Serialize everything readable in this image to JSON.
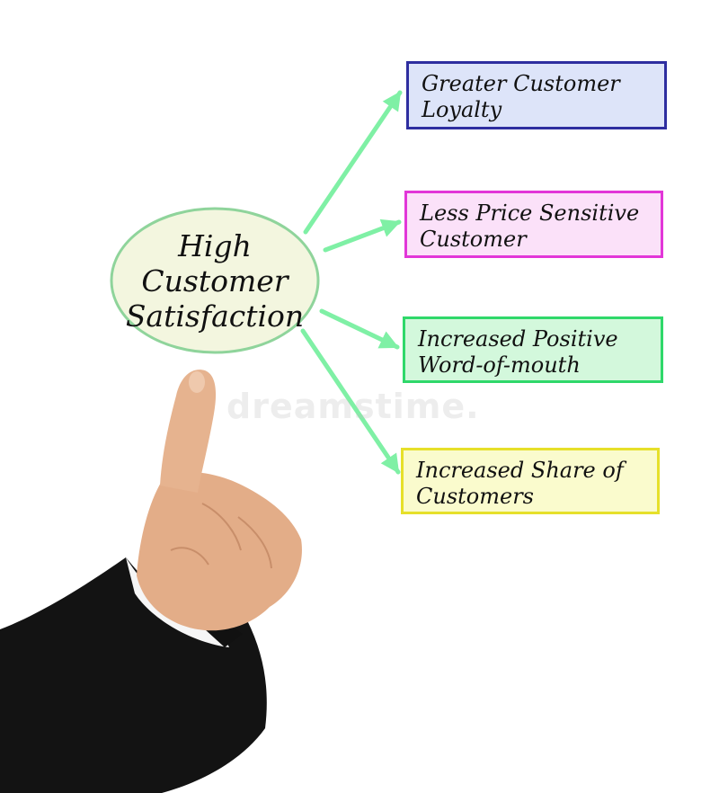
{
  "center": {
    "lines": [
      "High",
      "Customer",
      "Satisfaction"
    ],
    "fill": "#f3f6df",
    "border": "#8fd49b"
  },
  "outcomes": [
    {
      "lines": [
        "Greater Customer",
        "Loyalty"
      ],
      "fill": "#dde4f9",
      "border": "#2e2ea0"
    },
    {
      "lines": [
        "Less Price Sensitive",
        "Customer"
      ],
      "fill": "#fbe1f9",
      "border": "#e236d8"
    },
    {
      "lines": [
        "Increased Positive",
        "Word-of-mouth"
      ],
      "fill": "#d3f8dc",
      "border": "#2fd86a"
    },
    {
      "lines": [
        "Increased Share of",
        "Customers"
      ],
      "fill": "#fafbcd",
      "border": "#e6e02a"
    }
  ],
  "arrow_color": "#7ff0a5",
  "watermark": "dreamstime.",
  "icons": [
    "pointing-hand"
  ]
}
